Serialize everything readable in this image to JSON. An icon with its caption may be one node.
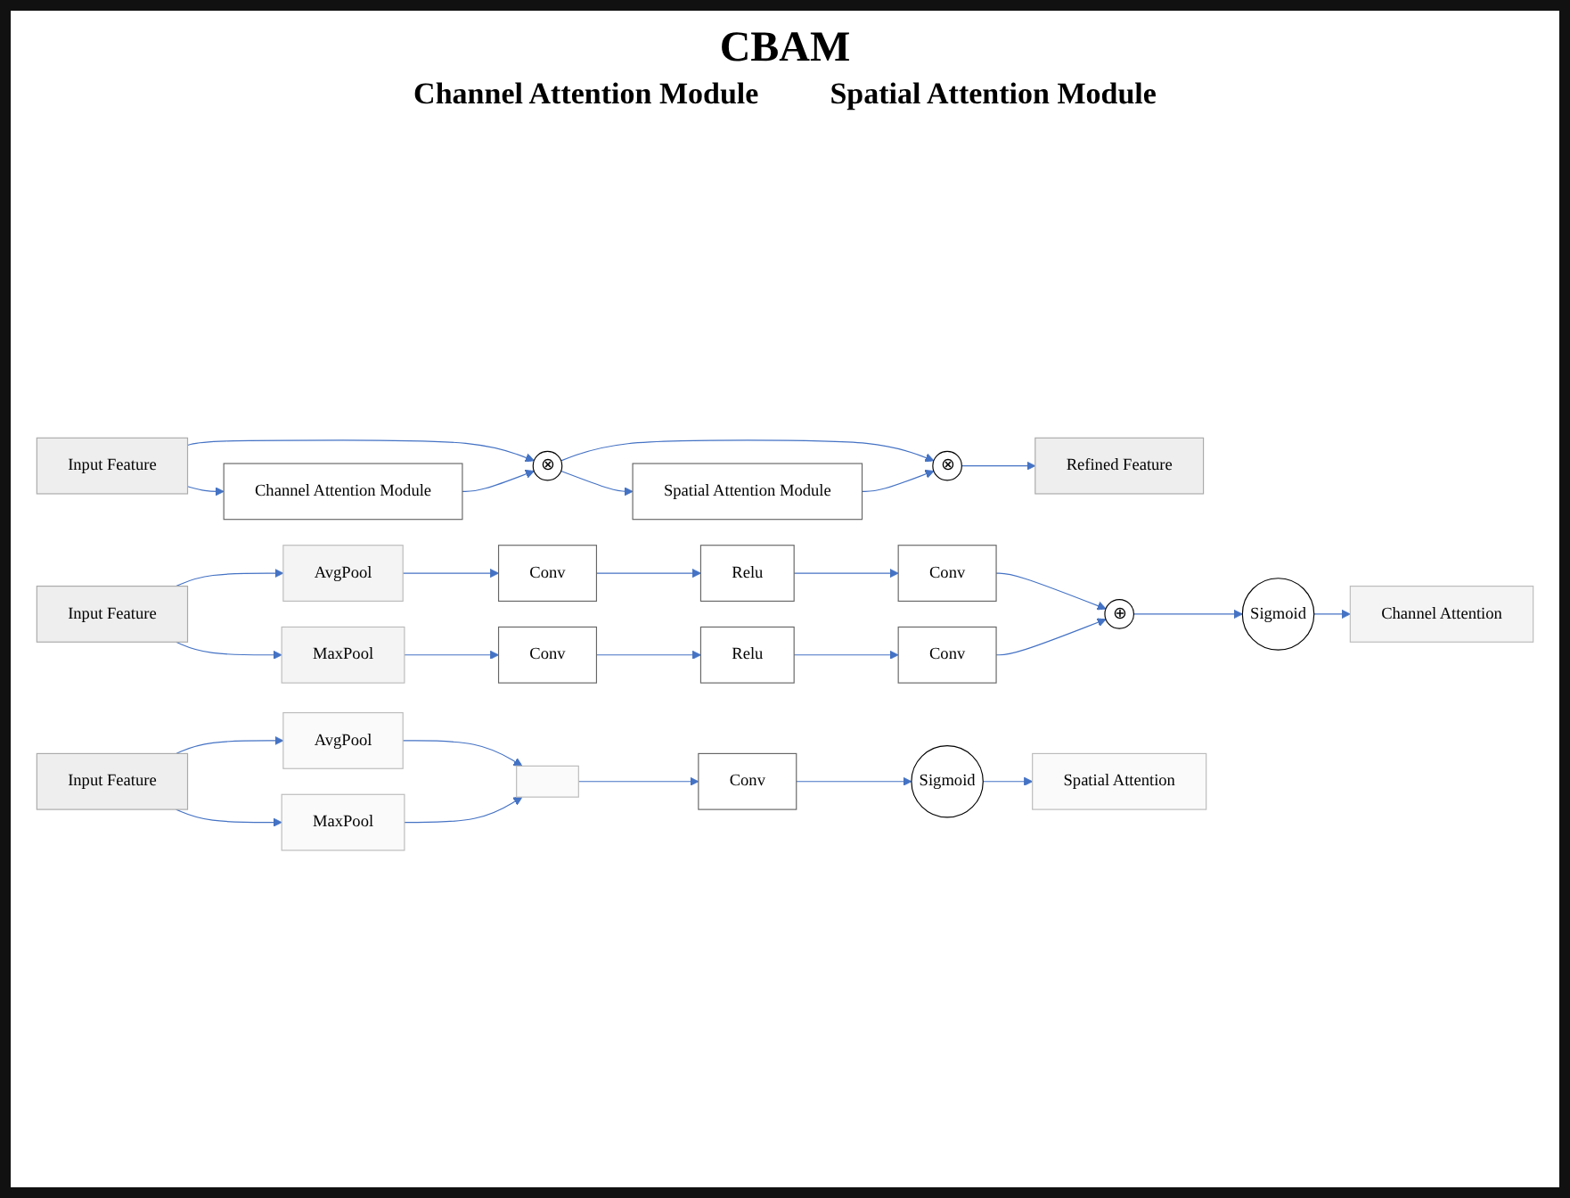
{
  "diagram": {
    "title": "CBAM",
    "nodes": [
      {
        "text": [
          "Input Feature"
        ]
      },
      {
        "text": [
          "Channel Attention Module"
        ]
      },
      {
        "text": [
          "⊗"
        ]
      },
      {
        "text": [
          "Spatial Attention Module"
        ]
      },
      {
        "text": [
          "⊗"
        ]
      },
      {
        "text": [
          "Refined Feature"
        ]
      },
      {
        "text": [
          "Input Feature"
        ]
      },
      {
        "text": [
          "AvgPool"
        ]
      },
      {
        "text": [
          "Conv"
        ]
      },
      {
        "text": [
          "Relu"
        ]
      },
      {
        "text": [
          "Conv"
        ]
      },
      {
        "text": [
          "MaxPool"
        ]
      },
      {
        "text": [
          "Conv"
        ]
      },
      {
        "text": [
          "Relu"
        ]
      },
      {
        "text": [
          "Conv"
        ]
      },
      {
        "text": [
          "⊕"
        ]
      },
      {
        "text": [
          "Sigmoid"
        ]
      },
      {
        "text": [
          "Channel Attention"
        ]
      },
      {
        "text": [
          "Input Feature"
        ]
      },
      {
        "text": [
          "AvgPool"
        ]
      },
      {
        "text": [
          "MaxPool"
        ]
      },
      {
        "text": [],
        "shape": "box"
      },
      {
        "text": [
          "Conv"
        ]
      },
      {
        "text": [
          "Sigmoid"
        ]
      },
      {
        "text": [
          "Spatial Attention"
        ]
      }
    ],
    "edges": [
      {
        "from": 0,
        "to": 1,
        "arrow": "to"
      },
      {
        "from": 0,
        "to": 2,
        "arrow": "to"
      },
      {
        "from": 1,
        "to": 2,
        "arrow": "to"
      },
      {
        "from": 2,
        "to": 3,
        "arrow": "to"
      },
      {
        "from": 2,
        "to": 4,
        "arrow": "to"
      },
      {
        "from": 3,
        "to": 4,
        "arrow": "to"
      },
      {
        "from": 4,
        "to": 5,
        "arrow": "to"
      },
      {
        "from": 6,
        "to": 7,
        "arrow": "to"
      },
      {
        "from": 6,
        "to": 11,
        "arrow": "to"
      },
      {
        "from": 7,
        "to": 8,
        "arrow": "to"
      },
      {
        "from": 8,
        "to": 9,
        "arrow": "to"
      },
      {
        "from": 9,
        "to": 10,
        "arrow": "to"
      },
      {
        "from": 11,
        "to": 12,
        "arrow": "to"
      },
      {
        "from": 12,
        "to": 13,
        "arrow": "to"
      },
      {
        "from": 13,
        "to": 14,
        "arrow": "to"
      },
      {
        "from": 10,
        "to": 15,
        "arrow": "to"
      },
      {
        "from": 14,
        "to": 15,
        "arrow": "to"
      },
      {
        "from": 15,
        "to": 16,
        "arrow": "to"
      },
      {
        "from": 16,
        "to": 17,
        "arrow": "to"
      },
      {
        "from": 18,
        "to": 19,
        "arrow": "to"
      },
      {
        "from": 18,
        "to": 20,
        "arrow": "to"
      },
      {
        "from": 19,
        "to": 21,
        "arrow": "to"
      },
      {
        "from": 20,
        "to": 21,
        "arrow": "to"
      },
      {
        "from": 21,
        "to": 22,
        "arrow": "to"
      },
      {
        "from": 22,
        "to": 23,
        "arrow": "to"
      },
      {
        "from": 23,
        "to": 24,
        "arrow": "to"
      }
    ],
    "labels": [
      "Channel Attention Module",
      "Spatial Attention Module"
    ]
  }
}
